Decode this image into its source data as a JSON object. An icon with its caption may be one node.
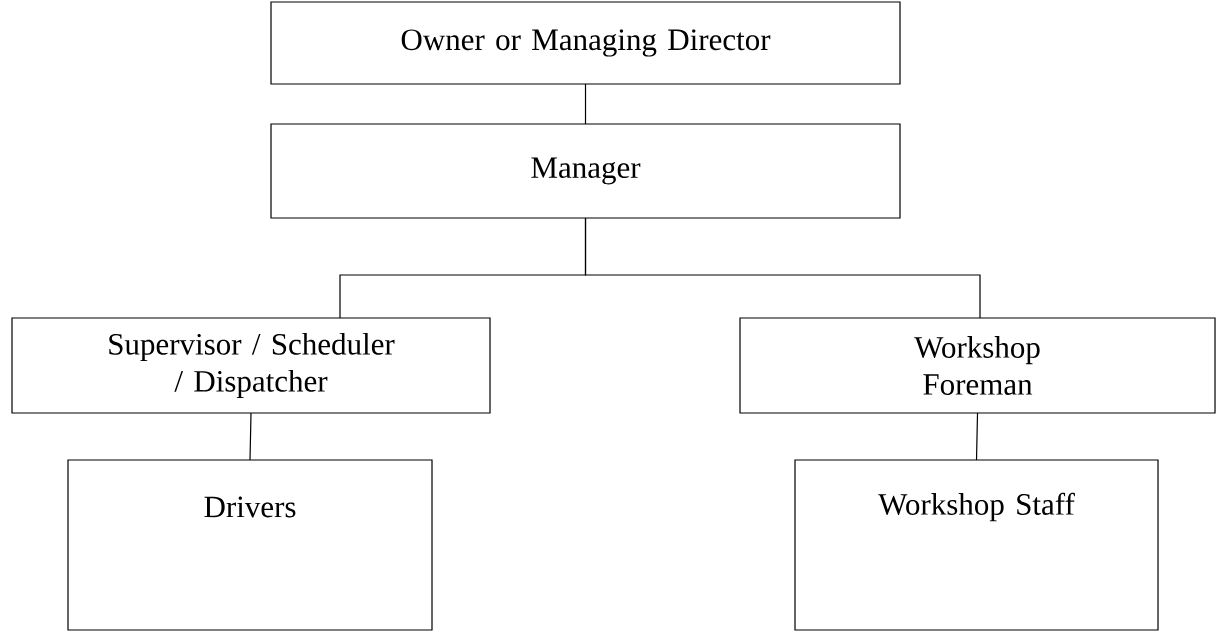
{
  "diagram": {
    "nodes": [
      {
        "text": [
          "Owner or Managing Director"
        ]
      },
      {
        "text": [
          "Manager"
        ]
      },
      {
        "text": [
          "Supervisor / Scheduler / Dispatcher"
        ]
      },
      {
        "text": [
          "Workshop Foreman"
        ]
      },
      {
        "text": [
          "Drivers"
        ]
      },
      {
        "text": [
          "Workshop Staff"
        ]
      }
    ],
    "edges": [
      {
        "from": 0,
        "to": 1,
        "arrow": "none"
      },
      {
        "from": 1,
        "to": 2,
        "arrow": "none"
      },
      {
        "from": 1,
        "to": 3,
        "arrow": "none"
      },
      {
        "from": 2,
        "to": 4,
        "arrow": "none"
      },
      {
        "from": 3,
        "to": 5,
        "arrow": "none"
      }
    ]
  }
}
